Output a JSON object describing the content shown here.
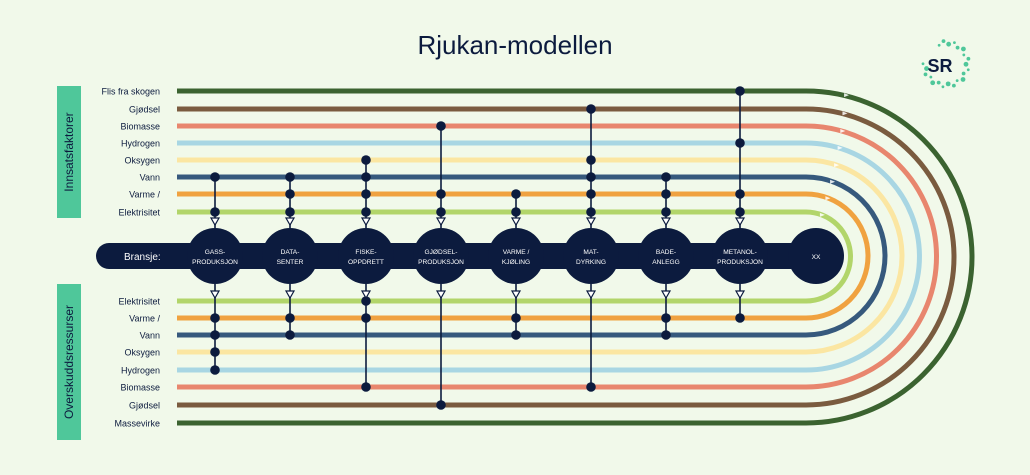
{
  "title": "Rjukan-modellen",
  "logo_text": "SR",
  "branch_label": "Bransje:",
  "side_labels": {
    "top": "Innsatsfaktorer",
    "bottom": "Overskuddsressurser"
  },
  "colors": {
    "background": "#f1f9ea",
    "navy": "#0c1b3e",
    "teal": "#4fc79a",
    "forest": "#3b6330",
    "brown": "#7a5b3f",
    "salmon": "#e8866e",
    "lightblue": "#a8d6e3",
    "yellow": "#fbe6a2",
    "steel": "#36597d",
    "orange": "#f0a240",
    "lime": "#b2d56a"
  },
  "inputs": [
    {
      "label": "Flis fra skogen",
      "color": "forest"
    },
    {
      "label": "Gjødsel",
      "color": "brown"
    },
    {
      "label": "Biomasse",
      "color": "salmon"
    },
    {
      "label": "Hydrogen",
      "color": "lightblue"
    },
    {
      "label": "Oksygen",
      "color": "yellow"
    },
    {
      "label": "Vann",
      "color": "steel"
    },
    {
      "label": "Varme /",
      "color": "orange"
    },
    {
      "label": "Elektrisitet",
      "color": "lime"
    }
  ],
  "outputs": [
    {
      "label": "Elektrisitet",
      "color": "lime"
    },
    {
      "label": "Varme /",
      "color": "orange"
    },
    {
      "label": "Vann",
      "color": "steel"
    },
    {
      "label": "Oksygen",
      "color": "yellow"
    },
    {
      "label": "Hydrogen",
      "color": "lightblue"
    },
    {
      "label": "Biomasse",
      "color": "salmon"
    },
    {
      "label": "Gjødsel",
      "color": "brown"
    },
    {
      "label": "Massevirke",
      "color": "forest"
    }
  ],
  "industries": [
    {
      "lines": [
        "GASS-",
        "PRODUKSJON"
      ],
      "uses": [
        "Vann",
        "Elektrisitet"
      ],
      "produces": [
        "Varme /",
        "Vann",
        "Oksygen",
        "Hydrogen"
      ]
    },
    {
      "lines": [
        "DATA-",
        "SENTER"
      ],
      "uses": [
        "Vann",
        "Varme /",
        "Elektrisitet"
      ],
      "produces": [
        "Varme /",
        "Vann"
      ]
    },
    {
      "lines": [
        "FISKE-",
        "OPPDRETT"
      ],
      "uses": [
        "Oksygen",
        "Vann",
        "Varme /",
        "Elektrisitet"
      ],
      "produces": [
        "Elektrisitet",
        "Varme /",
        "Biomasse"
      ]
    },
    {
      "lines": [
        "GJØDSEL-",
        "PRODUKSJON"
      ],
      "uses": [
        "Biomasse",
        "Varme /",
        "Elektrisitet"
      ],
      "produces": [
        "Gjødsel"
      ]
    },
    {
      "lines": [
        "VARME /",
        "KJØLING"
      ],
      "uses": [
        "Varme /",
        "Elektrisitet"
      ],
      "produces": [
        "Varme /",
        "Vann"
      ]
    },
    {
      "lines": [
        "MAT-",
        "DYRKING"
      ],
      "uses": [
        "Gjødsel",
        "Oksygen",
        "Vann",
        "Varme /",
        "Elektrisitet"
      ],
      "produces": [
        "Biomasse"
      ]
    },
    {
      "lines": [
        "BADE-",
        "ANLEGG"
      ],
      "uses": [
        "Vann",
        "Varme /",
        "Elektrisitet"
      ],
      "produces": [
        "Varme /",
        "Vann"
      ]
    },
    {
      "lines": [
        "METANOL-",
        "PRODUKSJON"
      ],
      "uses": [
        "Flis fra skogen",
        "Hydrogen",
        "Varme /",
        "Elektrisitet"
      ],
      "produces": [
        "Varme /"
      ]
    },
    {
      "lines": [
        "XX"
      ],
      "uses": [],
      "produces": []
    }
  ]
}
